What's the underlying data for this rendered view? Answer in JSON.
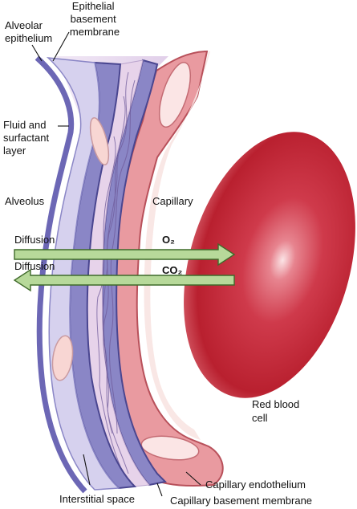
{
  "labels": {
    "alveolar_epithelium": [
      "Alveolar",
      "epithelium"
    ],
    "epithelial_basement_membrane": [
      "Epithelial",
      "basement",
      "membrane"
    ],
    "fluid_surfactant": [
      "Fluid and",
      "surfactant",
      "layer"
    ],
    "alveolus": "Alveolus",
    "capillary": "Capillary",
    "diffusion_top": "Diffusion",
    "diffusion_bottom": "Diffusion",
    "o2": "O₂",
    "co2": "CO₂",
    "red_blood_cell": [
      "Red blood",
      "cell"
    ],
    "interstitial_space": "Interstitial space",
    "capillary_endothelium": "Capillary endothelium",
    "capillary_basement_membrane": "Capillary basement membrane"
  },
  "colors": {
    "epithelium_purple": "#8a86c6",
    "epithelium_edge": "#4a4690",
    "basement_lavender": "#d6d1ee",
    "interstitial_lilac": "#e7d3ea",
    "endothelium_pink": "#e99aa0",
    "endothelium_edge": "#b8505a",
    "capillary_lumen": "#f8e4e2",
    "rbc_red": "#c8283a",
    "arrow_green": "#b7d99a",
    "arrow_edge": "#3f6a2a"
  }
}
